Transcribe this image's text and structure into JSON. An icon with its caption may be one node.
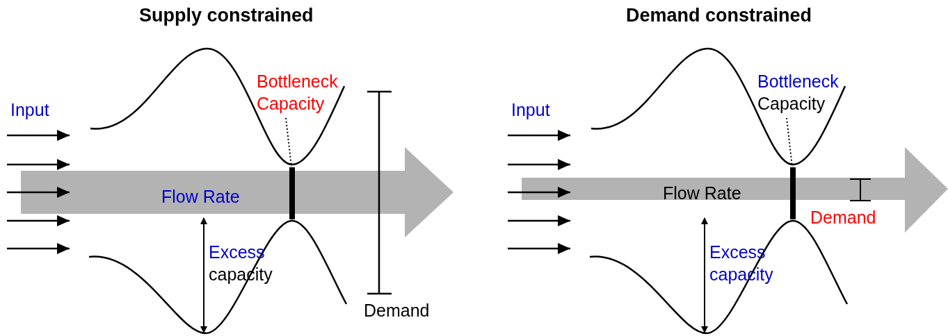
{
  "diagram": {
    "nodes": [
      {
        "text": [
          "Bottleneck Capacity"
        ]
      },
      {
        "text": [],
        "shape": "bar"
      },
      {
        "text": [
          "Bottleneck",
          "Capacity"
        ]
      },
      {
        "text": [],
        "shape": "bar"
      }
    ],
    "edges": [
      {
        "from": 0,
        "to": 1,
        "arrow": "none",
        "style": "dashed"
      },
      {
        "from": 2,
        "to": 3,
        "arrow": "none",
        "style": "dashed"
      }
    ],
    "labels": [
      "Supply constrained",
      "Demand constrained",
      "Input",
      "Flow Rate",
      "Excess",
      "capacity",
      "Demand",
      "Input",
      "Flow Rate",
      "Excess capacity",
      "Demand"
    ]
  }
}
